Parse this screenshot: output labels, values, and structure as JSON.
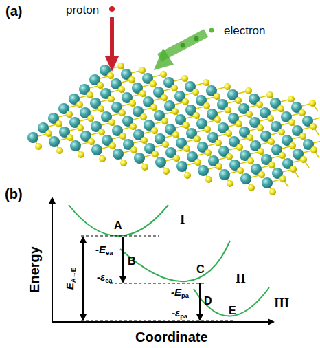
{
  "diagram": {
    "labels": [
      "(a)",
      "proton",
      "electron",
      "(b)",
      "Energy",
      "Coordinate",
      "I",
      "II",
      "III",
      "A",
      "B",
      "C",
      "D",
      "E",
      "-E",
      "ea",
      "-ε",
      "ea",
      "-E",
      "pa",
      "-ε",
      "pa",
      "E",
      "A→E"
    ]
  }
}
